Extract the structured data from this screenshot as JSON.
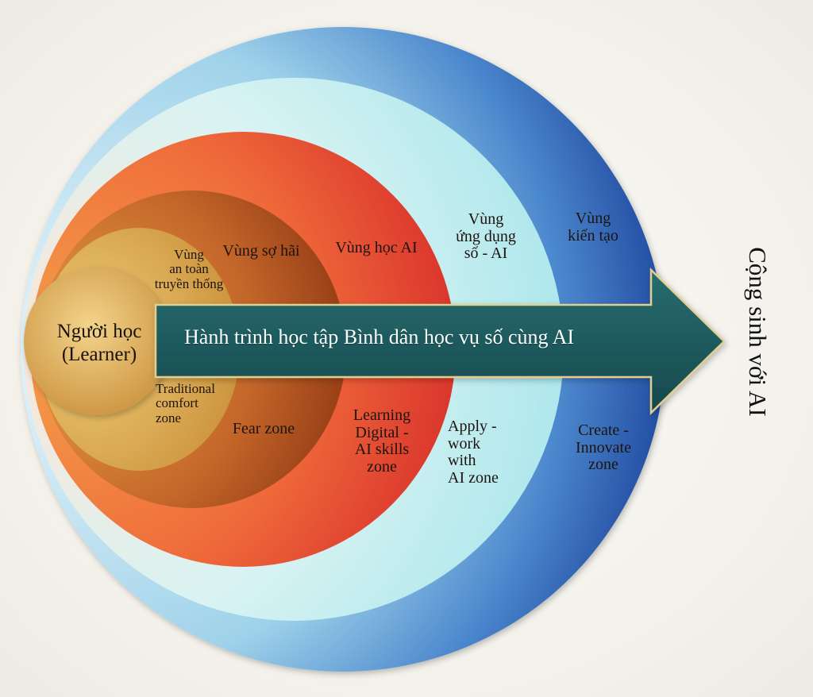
{
  "learner": {
    "label": "Người học\n(Learner)"
  },
  "arrow": {
    "text": "Hành trình học tập Bình dân học vụ số cùng AI"
  },
  "destination": {
    "label": "Cộng sinh với AI"
  },
  "zones": [
    {
      "id": "comfort",
      "vi": "Vùng\nan toàn\ntruyền thống",
      "en": "Traditional\ncomfort\nzone"
    },
    {
      "id": "fear",
      "vi": "Vùng sợ hãi",
      "en": "Fear zone"
    },
    {
      "id": "learning",
      "vi": "Vùng học AI",
      "en": "Learning\nDigital -\nAI skills\nzone"
    },
    {
      "id": "apply",
      "vi": "Vùng\nứng dụng\nsố - AI",
      "en": "Apply -\nwork\nwith\nAI zone"
    },
    {
      "id": "create",
      "vi": "Vùng\nkiến tạo",
      "en": "Create -\nInnovate\nzone"
    }
  ],
  "colors": {
    "outer_blue": "#1f4fa8",
    "light_cyan": "#bdeef0",
    "red": "#e03a2e",
    "brown": "#9a3f17",
    "gold": "#d9a343",
    "learner_gold": "#d8a84e",
    "arrow_teal": "#1d5a5e",
    "arrow_border": "#e2cf8f"
  }
}
